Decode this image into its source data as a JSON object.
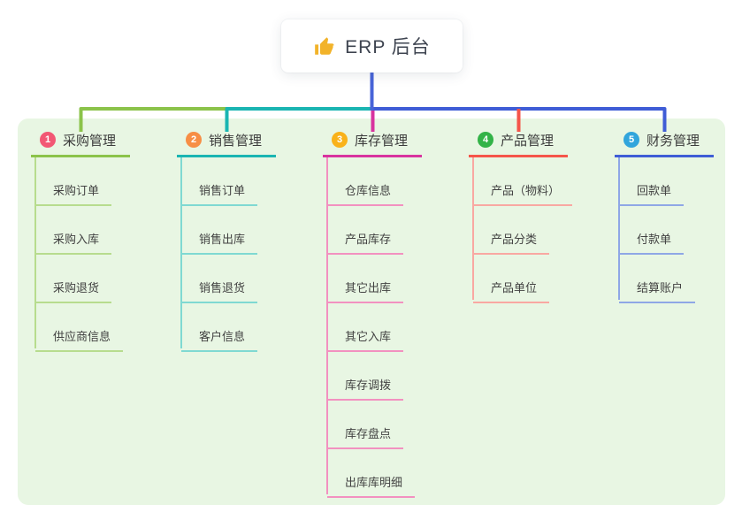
{
  "root": {
    "title": "ERP 后台",
    "icon": "thumbs-up-icon",
    "icon_color": "#f2b32a"
  },
  "colors": {
    "panel_bg": "#e8f6e3",
    "root_stem": "#4864d8"
  },
  "branches": [
    {
      "number": "1",
      "label": "采购管理",
      "badge_color": "#f25774",
      "line_color": "#8bc34a",
      "child_line_color": "#b7dc8e",
      "children": [
        "采购订单",
        "采购入库",
        "采购退货",
        "供应商信息"
      ]
    },
    {
      "number": "2",
      "label": "销售管理",
      "badge_color": "#f78e45",
      "line_color": "#1ab5b2",
      "child_line_color": "#7fd9d2",
      "children": [
        "销售订单",
        "销售出库",
        "销售退货",
        "客户信息"
      ]
    },
    {
      "number": "3",
      "label": "库存管理",
      "badge_color": "#f9b21a",
      "line_color": "#d8339f",
      "child_line_color": "#f291c0",
      "children": [
        "仓库信息",
        "产品库存",
        "其它出库",
        "其它入库",
        "库存调拨",
        "库存盘点",
        "出库库明细"
      ]
    },
    {
      "number": "4",
      "label": "产品管理",
      "badge_color": "#33b348",
      "line_color": "#f5554a",
      "child_line_color": "#f9a8a2",
      "children": [
        "产品（物料）",
        "产品分类",
        "产品单位"
      ]
    },
    {
      "number": "5",
      "label": "财务管理",
      "badge_color": "#31a5dc",
      "line_color": "#3f5dd6",
      "child_line_color": "#8fa7e6",
      "children": [
        "回款单",
        "付款单",
        "结算账户"
      ]
    }
  ]
}
